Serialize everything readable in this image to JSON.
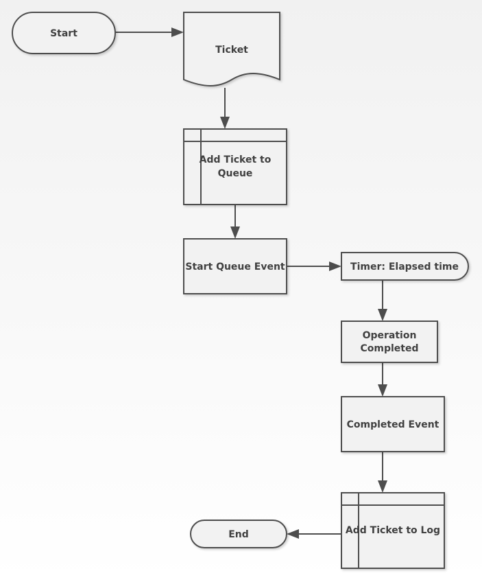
{
  "flowchart": {
    "nodes": {
      "start": "Start",
      "ticket": "Ticket",
      "add_ticket_to_queue": [
        "Add Ticket to",
        "Queue"
      ],
      "start_queue_event": "Start Queue Event",
      "timer": "Timer: Elapsed time",
      "operation_completed": [
        "Operation",
        "Completed"
      ],
      "completed_event": "Completed Event",
      "add_ticket_to_log": "Add Ticket to Log",
      "end": "End"
    },
    "edges": [
      {
        "from": "start",
        "to": "ticket"
      },
      {
        "from": "ticket",
        "to": "add_ticket_to_queue"
      },
      {
        "from": "add_ticket_to_queue",
        "to": "start_queue_event"
      },
      {
        "from": "start_queue_event",
        "to": "timer"
      },
      {
        "from": "timer",
        "to": "operation_completed"
      },
      {
        "from": "operation_completed",
        "to": "completed_event"
      },
      {
        "from": "completed_event",
        "to": "add_ticket_to_log"
      },
      {
        "from": "add_ticket_to_log",
        "to": "end"
      }
    ],
    "colors": {
      "node_fill": "#f2f2f2",
      "stroke": "#4d4d4d",
      "text": "#404040"
    }
  }
}
